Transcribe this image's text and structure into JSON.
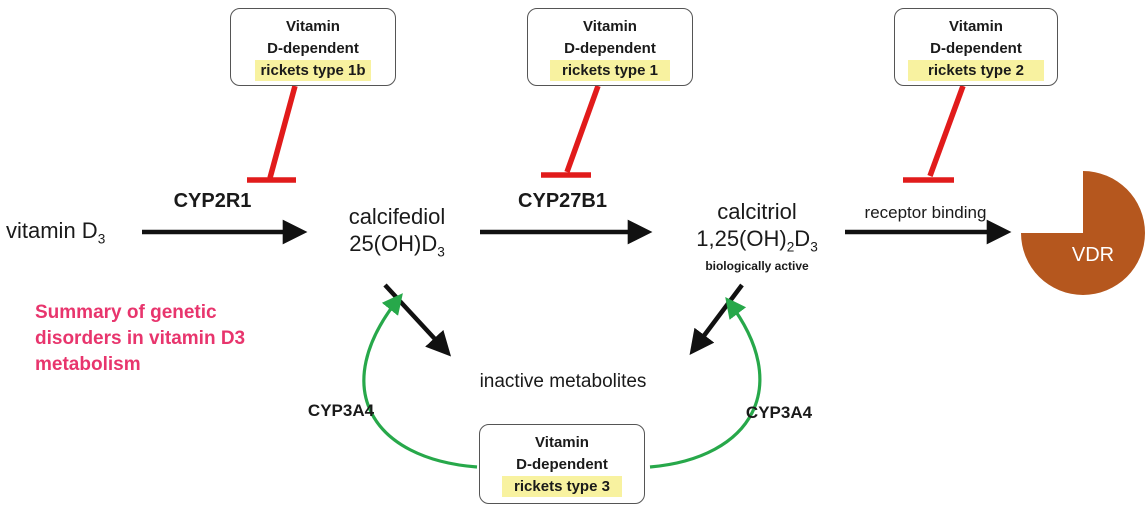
{
  "annotation": {
    "title": "Summary of genetic\ndisorders in vitamin D3\nmetabolism"
  },
  "boxes": {
    "rickets1b": {
      "l1": "Vitamin",
      "l2": "D-dependent",
      "l3": "rickets type 1b"
    },
    "rickets1": {
      "l1": "Vitamin",
      "l2": "D-dependent",
      "l3": "rickets type 1"
    },
    "rickets2": {
      "l1": "Vitamin",
      "l2": "D-dependent",
      "l3": "rickets type 2"
    },
    "rickets3": {
      "l1": "Vitamin",
      "l2": "D-dependent",
      "l3": "rickets type 3"
    }
  },
  "pathway": {
    "vitamin_d": "vitamin D",
    "vitamin_d_sub": "3",
    "enzyme_cyp2r1": "CYP2R1",
    "calcifediol": "calcifediol",
    "calcifediol_formula": "25(OH)D",
    "calcifediol_formula_sub": "3",
    "enzyme_cyp27b1": "CYP27B1",
    "calcitriol": "calcitriol",
    "calcitriol_formula_pre": "1,25(OH)",
    "calcitriol_formula_sub1": "2",
    "calcitriol_formula_mid": "D",
    "calcitriol_formula_sub2": "3",
    "calcitriol_note": "biologically active",
    "receptor_binding": "receptor binding",
    "vdr": "VDR",
    "inactive_metabolites": "inactive metabolites",
    "cyp3a4_left": "CYP3A4",
    "cyp3a4_right": "CYP3A4"
  },
  "colors": {
    "inhibition_red": "#e11b1b",
    "activation_green": "#27a84a",
    "highlight_yellow": "#f8f2a0",
    "title_pink": "#e8356d",
    "vdr_brown": "#b5571e"
  }
}
